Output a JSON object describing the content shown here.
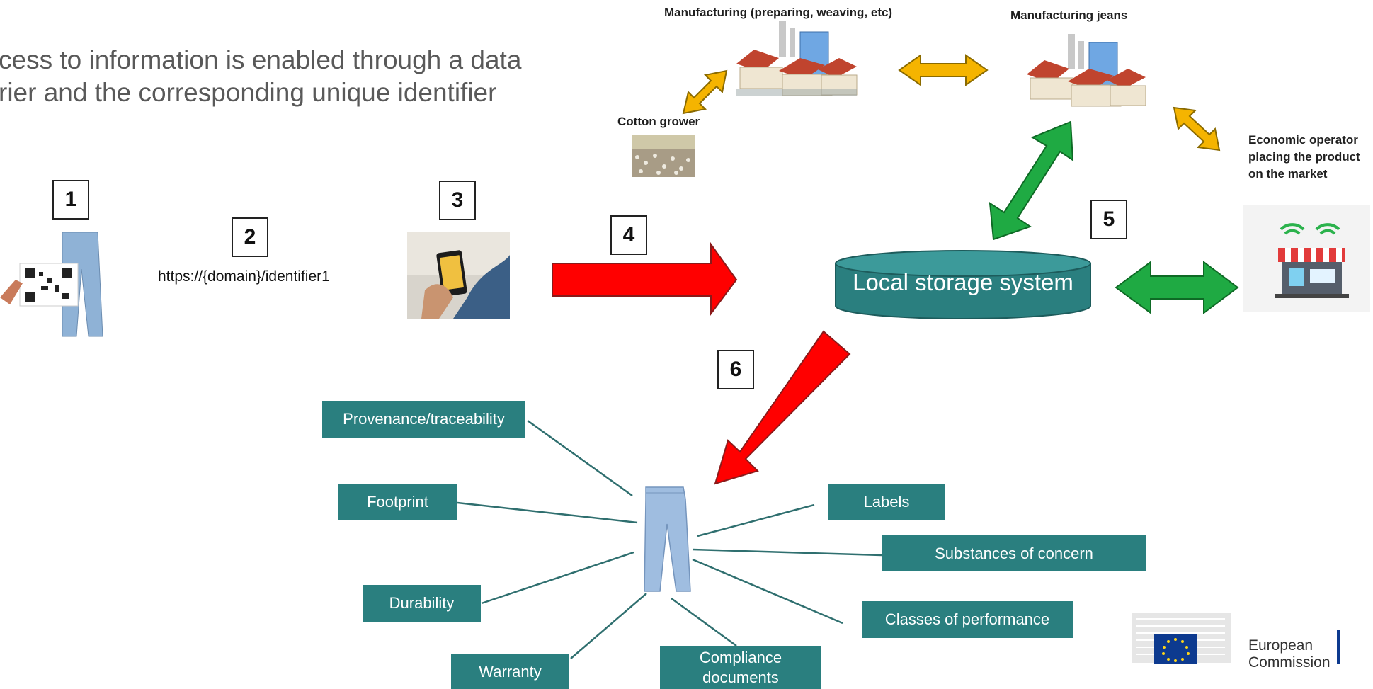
{
  "headline": {
    "line1": "cess to information is enabled through a data",
    "line2": "rier and the corresponding unique identifier"
  },
  "steps": [
    "1",
    "2",
    "3",
    "4",
    "5",
    "6"
  ],
  "url": "https://{domain}/identifier1",
  "supply_chain": {
    "manufacturing_prep": "Manufacturing (preparing, weaving, etc)",
    "manufacturing_jeans": "Manufacturing jeans",
    "cotton_grower": "Cotton grower",
    "economic_operator": [
      "Economic operator",
      "placing the product",
      "on the market"
    ]
  },
  "storage": "Local storage system",
  "info_boxes": {
    "provenance": "Provenance/traceability",
    "footprint": "Footprint",
    "durability": "Durability",
    "warranty": "Warranty",
    "compliance": [
      "Compliance",
      "documents"
    ],
    "labels": "Labels",
    "substances": "Substances of concern",
    "performance": "Classes of performance"
  },
  "brand": {
    "name_line1": "European",
    "name_line2": "Commission"
  },
  "colors": {
    "teal": "#2a7f7f",
    "red_arrow": "#ff0000",
    "green_arrow": "#1faa43",
    "yellow_arrow": "#f5b400",
    "eu_blue": "#0d3a8f"
  }
}
